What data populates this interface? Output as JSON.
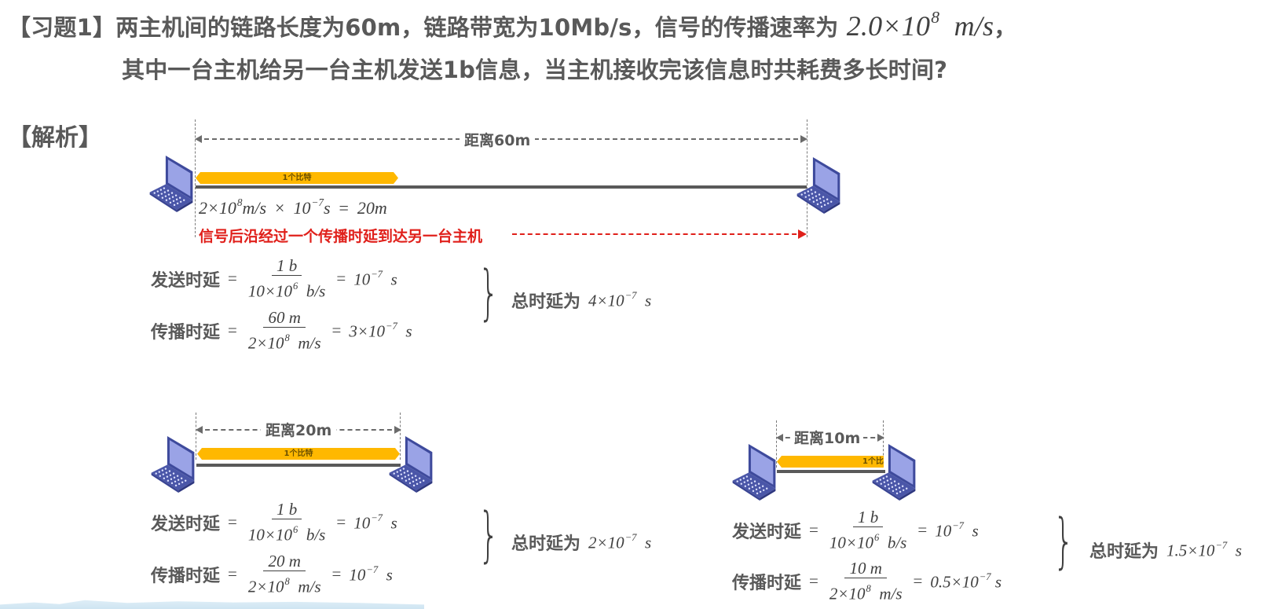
{
  "question": {
    "label": "【习题1】",
    "line1_text": "两主机间的链路长度为60m，链路带宽为10Mb/s，信号的传播速率为",
    "line1_math_base": "2.0×10",
    "line1_math_exp": "8",
    "line1_math_unit": "m/s",
    "line1_end": "，",
    "line2_text": "其中一台主机给另一台主机发送1b信息，当主机接收完该信息时共耗费多长时间?"
  },
  "analysis_label": "【解析】",
  "colors": {
    "text_gray": "#595959",
    "bit_bar": "#ffb800",
    "red": "#e0201b",
    "laptop_blue": "#4a56a8",
    "wave": "#cfe5f2"
  },
  "diagram1": {
    "distance_label": "距离60m",
    "bit_label": "1个比特",
    "calc": {
      "a": "2×10",
      "a_exp": "8",
      "a_unit": "m/s",
      "op": "×",
      "b": "10",
      "b_exp": "−7",
      "b_unit": "s",
      "eq": "=",
      "result": "20m"
    },
    "red_note": "信号后沿经过一个传播时延到达另一台主机",
    "equations": {
      "send": {
        "name": "发送时延",
        "eq": "=",
        "num": "1  b",
        "den_base": "10×10",
        "den_exp": "6",
        "den_unit": "b/s",
        "eq2": "=",
        "res_base": "10",
        "res_exp": "−7",
        "res_unit": "s"
      },
      "prop": {
        "name": "传播时延",
        "eq": "=",
        "num": "60  m",
        "den_base": "2×10",
        "den_exp": "8",
        "den_unit": "m/s",
        "eq2": "=",
        "res_base": "3×10",
        "res_exp": "−7",
        "res_unit": "s"
      },
      "total": {
        "name": "总时延为",
        "val_base": "4×10",
        "val_exp": "−7",
        "val_unit": "s"
      }
    }
  },
  "diagram2": {
    "distance_label": "距离20m",
    "bit_label": "1个比特",
    "equations": {
      "send": {
        "name": "发送时延",
        "eq": "=",
        "num": "1  b",
        "den_base": "10×10",
        "den_exp": "6",
        "den_unit": "b/s",
        "eq2": "=",
        "res_base": "10",
        "res_exp": "−7",
        "res_unit": "s"
      },
      "prop": {
        "name": "传播时延",
        "eq": "=",
        "num": "20  m",
        "den_base": "2×10",
        "den_exp": "8",
        "den_unit": "m/s",
        "eq2": "=",
        "res_base": "10",
        "res_exp": "−7",
        "res_unit": "s"
      },
      "total": {
        "name": "总时延为",
        "val_base": "2×10",
        "val_exp": "−7",
        "val_unit": "s"
      }
    }
  },
  "diagram3": {
    "distance_label": "距离10m",
    "bit_label": "1个比",
    "equations": {
      "send": {
        "name": "发送时延",
        "eq": "=",
        "num": "1  b",
        "den_base": "10×10",
        "den_exp": "6",
        "den_unit": "b/s",
        "eq2": "=",
        "res_base": "10",
        "res_exp": "−7",
        "res_unit": "s"
      },
      "prop": {
        "name": "传播时延",
        "eq": "=",
        "num": "10  m",
        "den_base": "2×10",
        "den_exp": "8",
        "den_unit": "m/s",
        "eq2": "=",
        "res_base": "0.5×10",
        "res_exp": "−7",
        "res_unit": "s"
      },
      "total": {
        "name": "总时延为",
        "val_base": "1.5×10",
        "val_exp": "−7",
        "val_unit": "s"
      }
    }
  }
}
